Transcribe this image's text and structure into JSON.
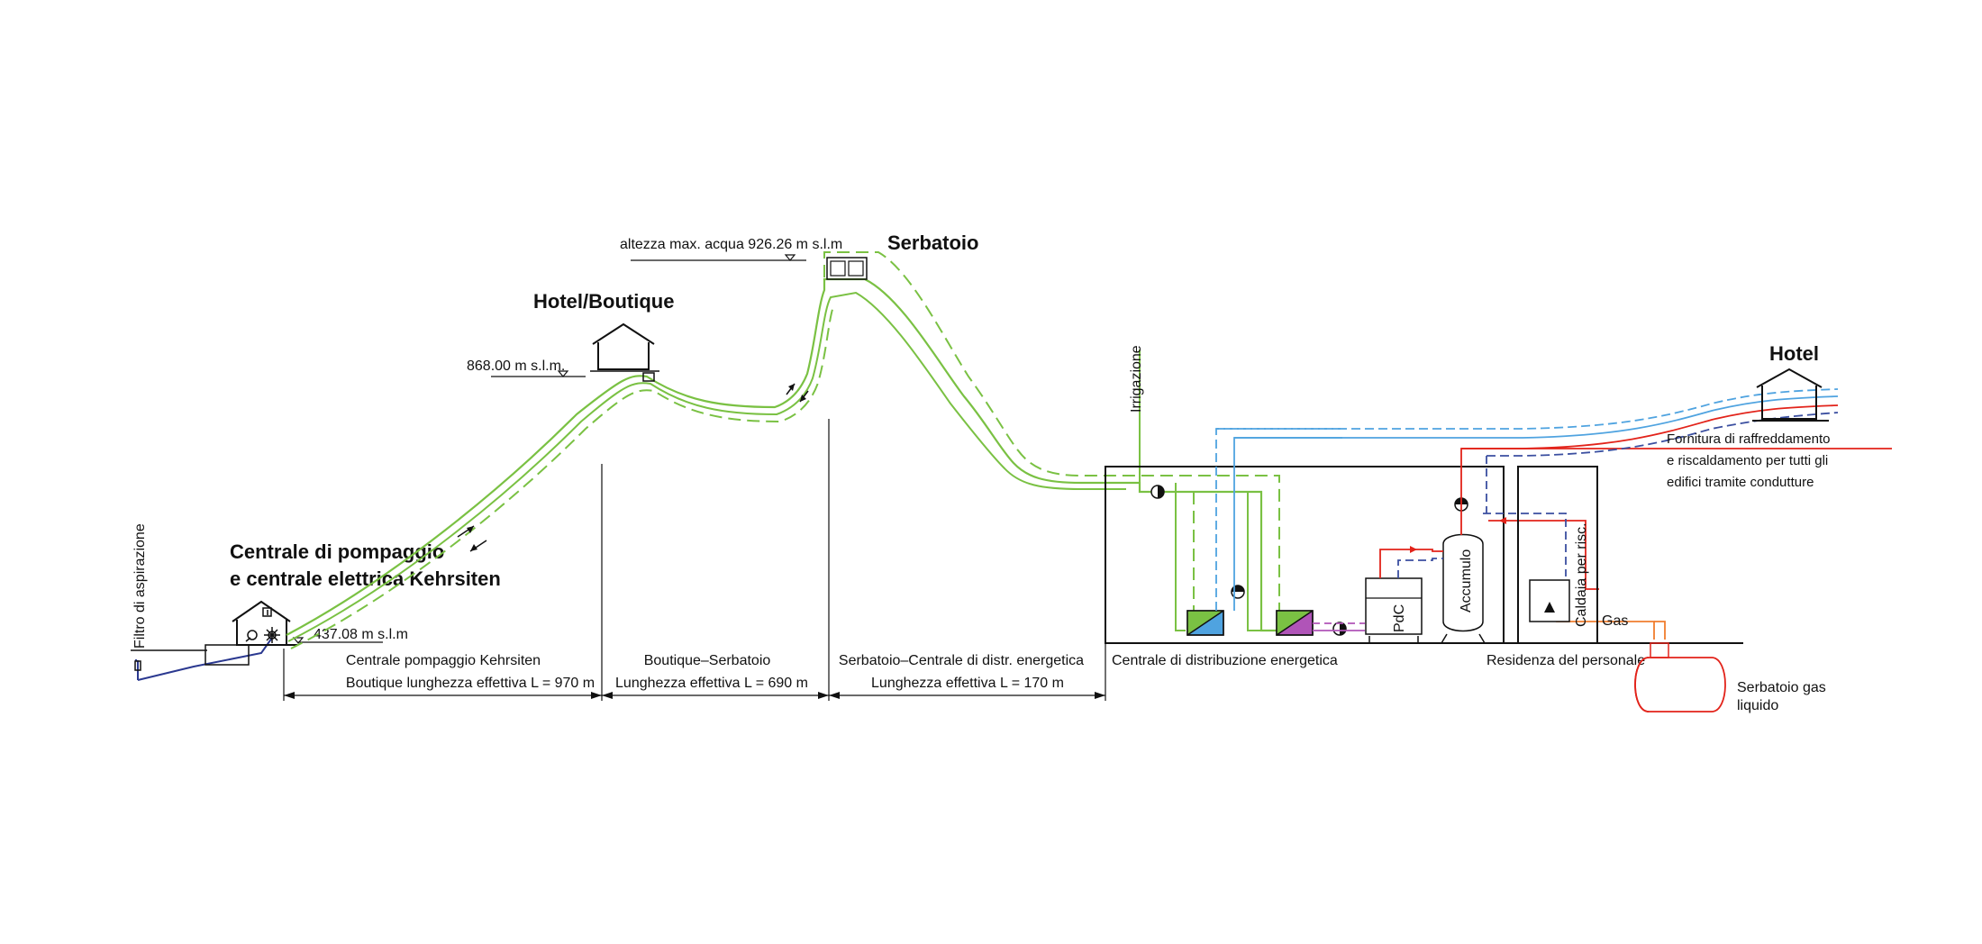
{
  "colors": {
    "water": "#7ac143",
    "cold": "#4fa3e0",
    "hot": "#e2231a",
    "return_blue": "#3b4fa0",
    "gas": "#f07d2e",
    "violet": "#b054b8",
    "suction": "#2b3990",
    "line": "#111111"
  },
  "icons": [
    "house-icon",
    "pump-icon",
    "heat-exchanger-icon",
    "level-marker-icon",
    "flow-arrow-icon",
    "gas-tank-icon"
  ],
  "labels": {
    "filtro": "Filtro di aspirazione",
    "centrale_line1": "Centrale di pompaggio",
    "centrale_line2": "e centrale elettrica Kehrsiten",
    "elev_centrale": "437.08 m s.l.m",
    "hotel_boutique": "Hotel/Boutique",
    "elev_hotel_boutique": "868.00 m s.l.m.",
    "altezza_max": "altezza max. acqua 926.26 m s.l.m",
    "serbatoio": "Serbatoio",
    "irrigazione": "Irrigazione",
    "hotel": "Hotel",
    "fornitura_1": "Fornitura di raffreddamento",
    "fornitura_2": "e riscaldamento per tutti gli",
    "fornitura_3": "edifici tramite condutture",
    "pdc": "PdC",
    "accumulo": "Accumulo",
    "caldaia": "Caldaia per risc.",
    "gas": "Gas",
    "centrale_distr": "Centrale di distribuzione energetica",
    "residenza": "Residenza del personale",
    "serbatoio_gas_1": "Serbatoio gas",
    "serbatoio_gas_2": "liquido"
  },
  "segments": [
    {
      "line1": "Centrale pompaggio Kehrsiten",
      "line2": "Boutique lunghezza effettiva L = 970 m"
    },
    {
      "line1": "Boutique–Serbatoio",
      "line2": "Lunghezza effettiva L = 690 m"
    },
    {
      "line1": "Serbatoio–Centrale di distr. energetica",
      "line2": "Lunghezza effettiva L = 170 m"
    }
  ]
}
